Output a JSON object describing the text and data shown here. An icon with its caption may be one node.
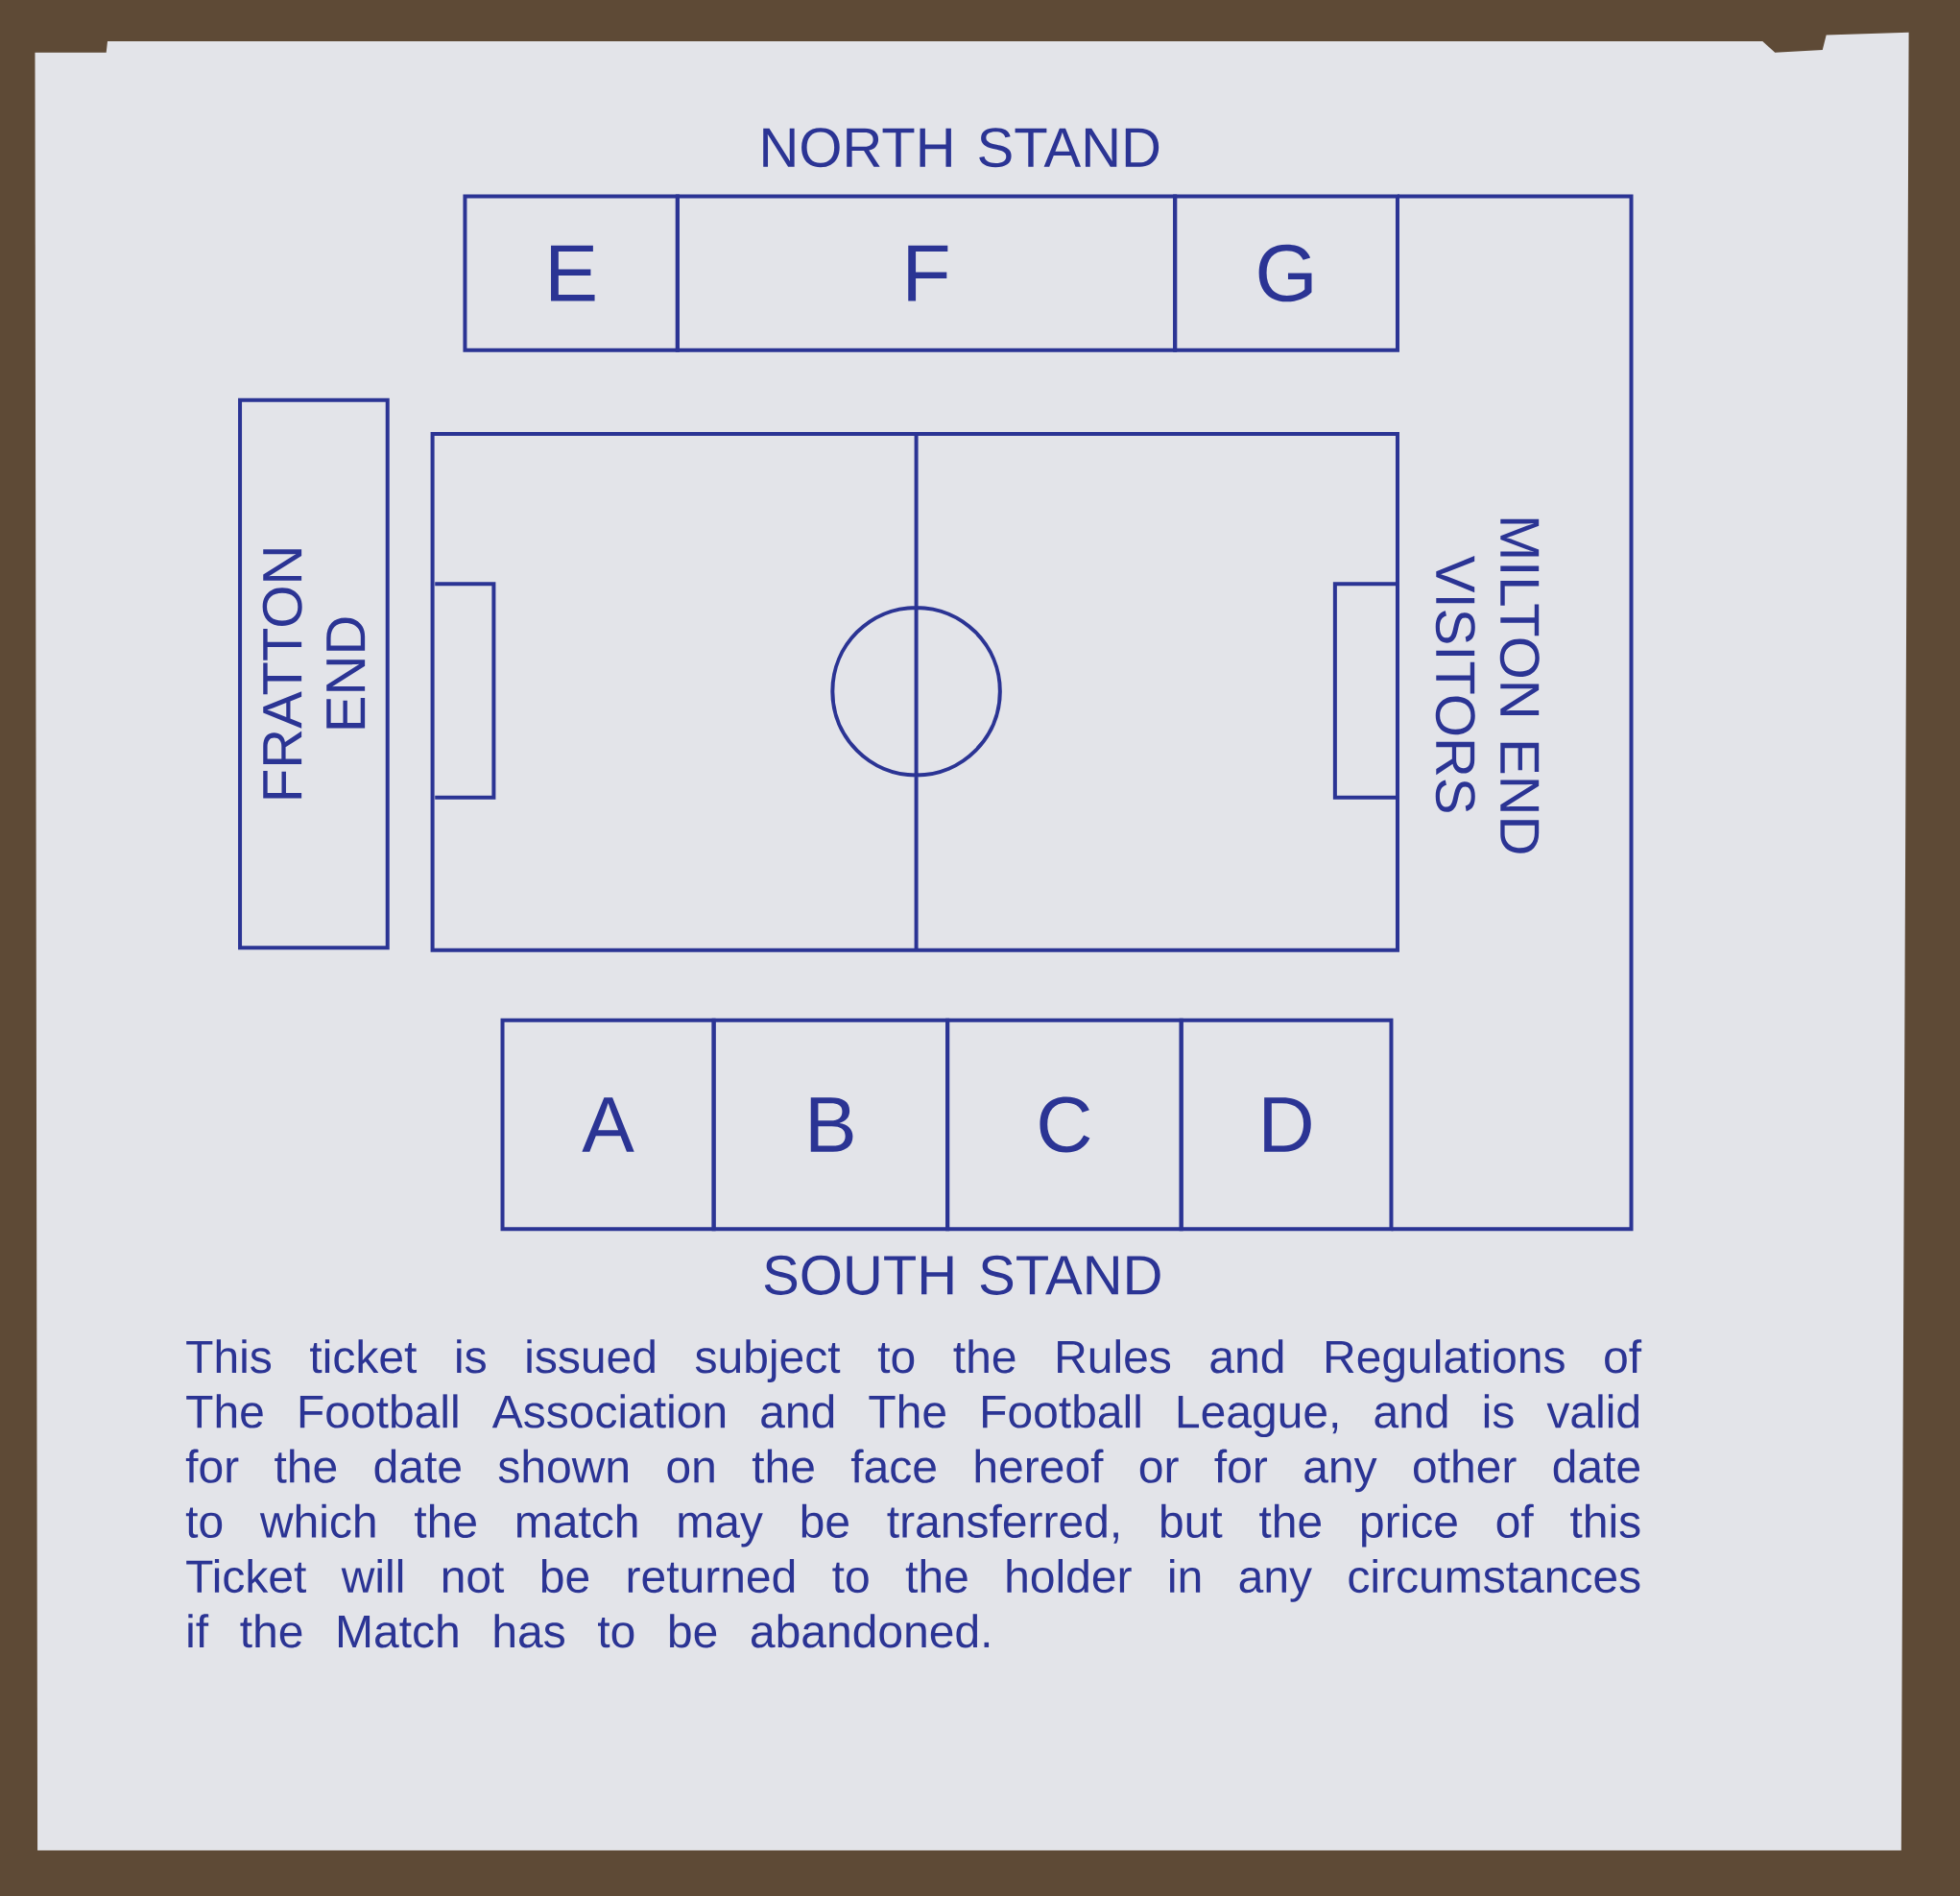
{
  "diagram": {
    "nodes": [
      {
        "text": [
          "E"
        ]
      },
      {
        "text": [
          "F"
        ]
      },
      {
        "text": [
          "G"
        ]
      },
      {
        "text": [
          "FRATTON END"
        ]
      },
      {
        "text": [],
        "shape": "box"
      },
      {
        "text": [
          "MILTON END VISITORS"
        ]
      },
      {
        "text": [
          "A"
        ]
      },
      {
        "text": [
          "B"
        ]
      },
      {
        "text": [
          "C"
        ]
      },
      {
        "text": [
          "D"
        ]
      }
    ],
    "labels": [
      "NORTH STAND",
      "SOUTH STAND",
      "This ticket is issued subject to the Rules and Regulations of The Football Association and The Football League, and is valid for the date shown on the face hereof or for any other date to which the match may be transferred, but the price of this Ticket will not be returned to the holder in any circumstances if the Match has to be abandoned."
    ]
  }
}
